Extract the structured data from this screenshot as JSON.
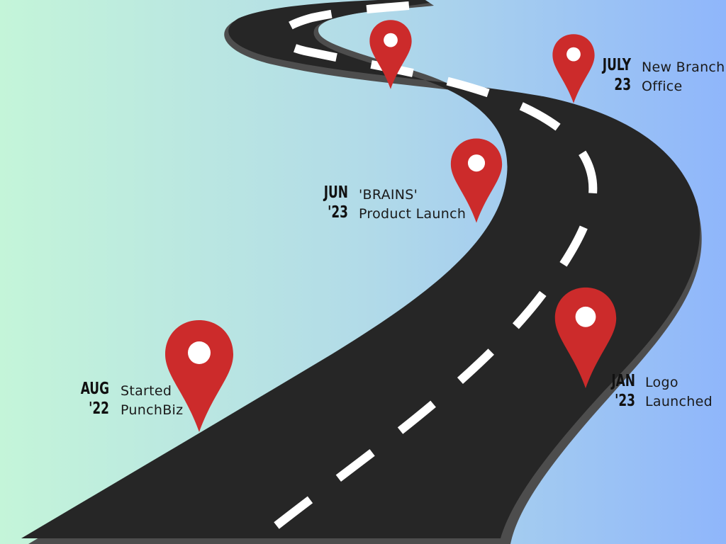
{
  "colors": {
    "bg_left": "#c4f5d9",
    "bg_mid": "#b2dbe8",
    "bg_right": "#8fb6fb",
    "road": "#262626",
    "road_edge": "#4d4d4d",
    "lane_marking": "#ffffff",
    "pin": "#cc2b2b",
    "pin_dot": "#ffffff"
  },
  "milestones": [
    {
      "id": "aug22",
      "month": "AUG",
      "year": "'22",
      "desc_line1": "Started",
      "desc_line2": "PunchBiz",
      "icon": "location-pin-icon"
    },
    {
      "id": "jan23",
      "month": "JAN",
      "year": "'23",
      "desc_line1": "Logo",
      "desc_line2": "Launched",
      "icon": "location-pin-icon"
    },
    {
      "id": "jun23",
      "month": "JUN",
      "year": "'23",
      "desc_line1": "'BRAINS'",
      "desc_line2": "Product Launch",
      "icon": "location-pin-icon"
    },
    {
      "id": "jul23",
      "month": "JULY",
      "year": "23",
      "desc_line1": "New Branch",
      "desc_line2": "Office",
      "icon": "location-pin-icon"
    },
    {
      "id": "unlabeled",
      "icon": "location-pin-icon"
    }
  ]
}
